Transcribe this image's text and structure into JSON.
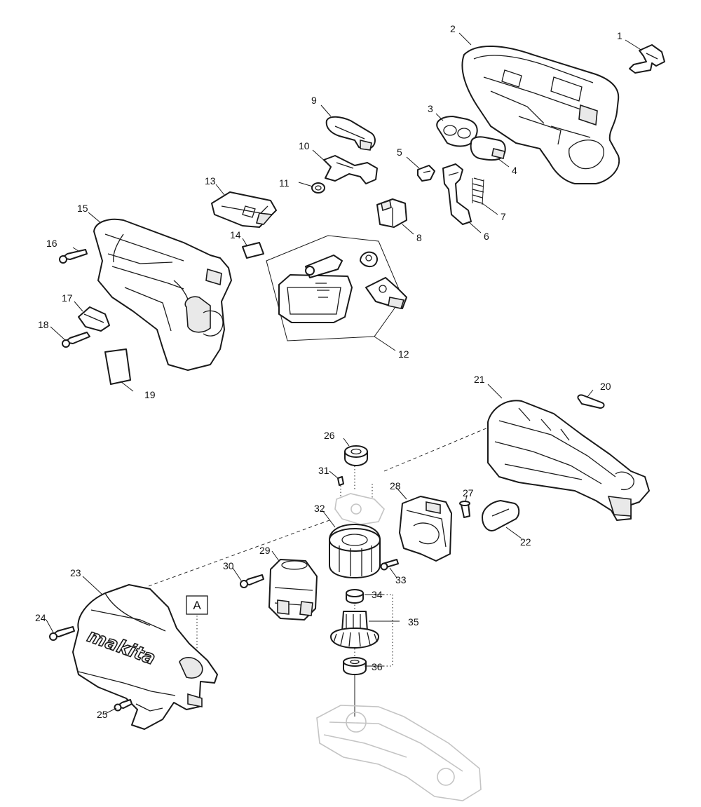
{
  "callouts": [
    {
      "id": "1",
      "label": "1"
    },
    {
      "id": "2",
      "label": "2"
    },
    {
      "id": "3",
      "label": "3"
    },
    {
      "id": "4",
      "label": "4"
    },
    {
      "id": "5",
      "label": "5"
    },
    {
      "id": "6",
      "label": "6"
    },
    {
      "id": "7",
      "label": "7"
    },
    {
      "id": "8",
      "label": "8"
    },
    {
      "id": "9",
      "label": "9"
    },
    {
      "id": "10",
      "label": "10"
    },
    {
      "id": "11",
      "label": "11"
    },
    {
      "id": "12",
      "label": "12"
    },
    {
      "id": "13",
      "label": "13"
    },
    {
      "id": "14",
      "label": "14"
    },
    {
      "id": "15",
      "label": "15"
    },
    {
      "id": "16",
      "label": "16"
    },
    {
      "id": "17",
      "label": "17"
    },
    {
      "id": "18",
      "label": "18"
    },
    {
      "id": "19",
      "label": "19"
    },
    {
      "id": "20",
      "label": "20"
    },
    {
      "id": "21",
      "label": "21"
    },
    {
      "id": "22",
      "label": "22"
    },
    {
      "id": "23",
      "label": "23"
    },
    {
      "id": "24",
      "label": "24"
    },
    {
      "id": "25",
      "label": "25"
    },
    {
      "id": "26",
      "label": "26"
    },
    {
      "id": "27",
      "label": "27"
    },
    {
      "id": "28",
      "label": "28"
    },
    {
      "id": "29",
      "label": "29"
    },
    {
      "id": "30",
      "label": "30"
    },
    {
      "id": "31",
      "label": "31"
    },
    {
      "id": "32",
      "label": "32"
    },
    {
      "id": "33",
      "label": "33"
    },
    {
      "id": "34",
      "label": "34"
    },
    {
      "id": "35",
      "label": "35"
    },
    {
      "id": "36",
      "label": "36"
    }
  ],
  "reference_marker": "A",
  "housing_brand": "makita"
}
